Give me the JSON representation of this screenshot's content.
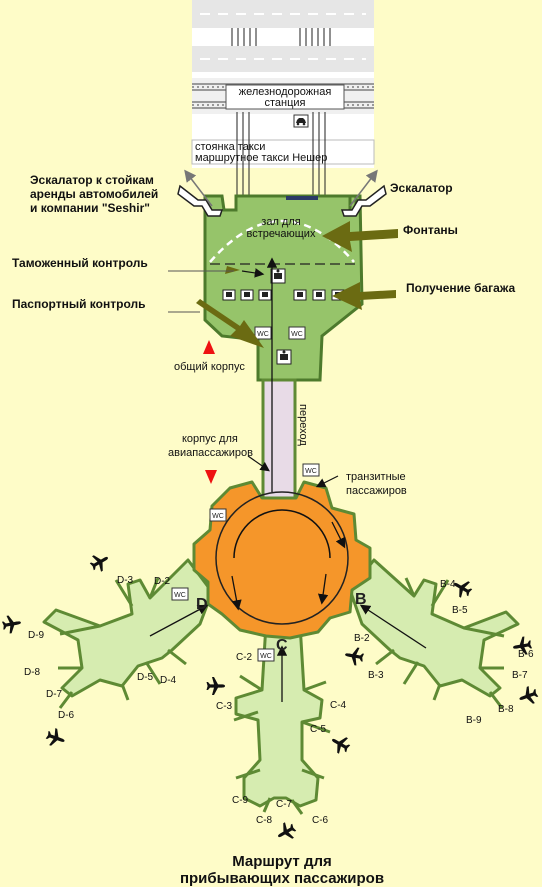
{
  "labels": {
    "railway_1": "железнодорожная",
    "railway_2": "станция",
    "taxi_1": "стоянка такси",
    "taxi_2": "маршрутное такси Нешер",
    "escalator_left_1": "Эскалатор к стойкам",
    "escalator_left_2": "аренды автомобилей",
    "escalator_left_3": "и компании \"Seshir\"",
    "escalator_right": "Эскалатор",
    "fountains": "Фонтаны",
    "greeting_hall_1": "зал для",
    "greeting_hall_2": "встречающих",
    "customs": "Таможенный контроль",
    "baggage": "Получение багажа",
    "passport": "Паспортный контроль",
    "main_building": "общий корпус",
    "passage": "переход",
    "pax_building_1": "корпус для",
    "pax_building_2": "авиапассажиров",
    "transit_1": "транзитные",
    "transit_2": "пассажиров",
    "wc": "WC",
    "title_1": "Маршрут для",
    "title_2": "прибывающих пассажиров"
  },
  "concourses": [
    "B",
    "C",
    "D"
  ],
  "gates": {
    "d": [
      "D-2",
      "D-3",
      "D-4",
      "D-5",
      "D-6",
      "D-7",
      "D-8",
      "D-9"
    ],
    "c": [
      "C-2",
      "C-3",
      "C-4",
      "C-5",
      "C-6",
      "C-7",
      "C-8",
      "C-9"
    ],
    "b": [
      "B-2",
      "B-3",
      "B-4",
      "B-5",
      "B-6",
      "B-7",
      "B-8",
      "B-9"
    ]
  },
  "icons": [
    "airplane-icon",
    "car-icon",
    "baggage-belt-icon",
    "control-booth-icon",
    "wc-icon",
    "arrow-icon"
  ],
  "colors": {
    "background": "#fefcc8",
    "arrivals_hall": "#96c46a",
    "terminal_hub": "#f5962a",
    "concourse": "#d6ecb0",
    "passage": "#e8dbe7",
    "pointer_arrow": "#6b6b12",
    "marker_red": "#ee1111"
  }
}
